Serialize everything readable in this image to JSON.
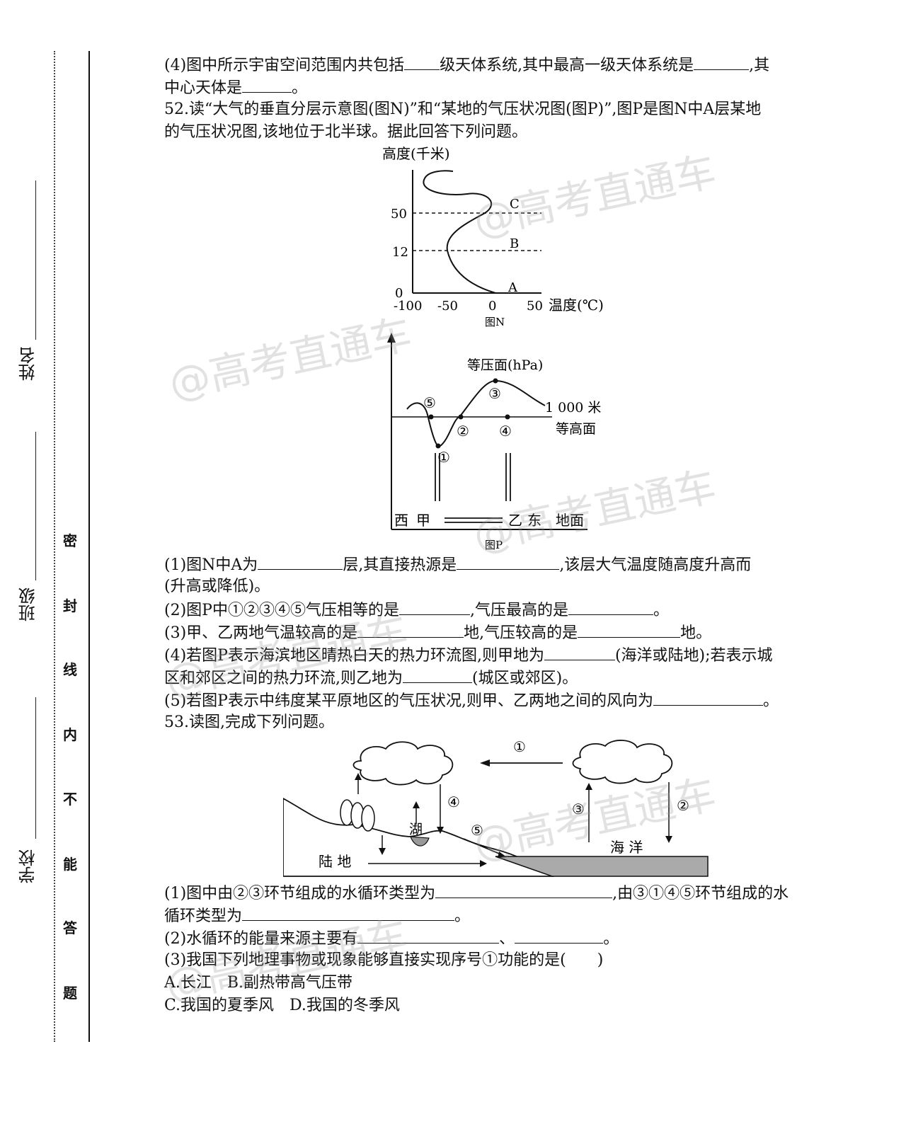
{
  "margin": {
    "school_label": "学校",
    "class_label": "班级",
    "name_label": "姓名",
    "seal_chars": [
      "密",
      "封",
      "线",
      "内",
      "不",
      "能",
      "答",
      "题"
    ]
  },
  "q51_4": {
    "line1_a": "(4)图中所示宇宙空间范围内共包括",
    "line1_b": "级天体系统,其中最高一级天体系统是",
    "line1_c": ",其",
    "line2_a": "中心天体是",
    "line2_b": "。"
  },
  "q52": {
    "intro1": "52.读“大气的垂直分层示意图(图N)”和“某地的气压状况图(图P)”,图P是图N中A层某地",
    "intro2": "的气压状况图,该地位于北半球。据此回答下列问题。",
    "q1_a": "(1)图N中A为",
    "q1_b": "层,其直接热源是",
    "q1_c": ",该层大气温度随高度升高而",
    "q1_d": "(升高或降低)。",
    "q2_a": "(2)图P中①②③④⑤气压相等的是",
    "q2_b": ",气压最高的是",
    "q2_c": "。",
    "q3_a": "(3)甲、乙两地气温较高的是",
    "q3_b": "地,气压较高的是",
    "q3_c": "地。",
    "q4_a": "(4)若图P表示海滨地区晴热白天的热力环流图,则甲地为",
    "q4_b": "(海洋或陆地);若表示城",
    "q4_c": "区和郊区之间的热力环流,则乙地为",
    "q4_d": "(城区或郊区)。",
    "q5_a": "(5)若图P表示中纬度某平原地区的气压状况,则甲、乙两地之间的风向为",
    "q5_b": "。"
  },
  "figN": {
    "ylabel": "高度(千米)",
    "xlabel": "温度(℃)",
    "caption": "图N",
    "yticks": [
      "0",
      "12",
      "50"
    ],
    "xticks": [
      "-100",
      "-50",
      "0",
      "50"
    ],
    "layers": [
      "A",
      "B",
      "C"
    ]
  },
  "figP": {
    "isobar_label": "等压面(hPa)",
    "height_label": "1 000 米",
    "level_label": "等高面",
    "points": [
      "①",
      "②",
      "③",
      "④",
      "⑤"
    ],
    "west": "西",
    "east": "东",
    "jia": "甲",
    "yi": "乙",
    "ground": "地面",
    "caption": "图P"
  },
  "q53": {
    "intro": "53.读图,完成下列问题。",
    "q1_a": "(1)图中由②③环节组成的水循环类型为",
    "q1_b": ",由③①④⑤环节组成的水",
    "q1_c": "循环类型为",
    "q1_d": "。",
    "q2_a": "(2)水循环的能量来源主要有",
    "q2_b": "、",
    "q2_c": "。",
    "q3": "(3)我国下列地理事物或现象能够直接实现序号①功能的是(　　)",
    "optAB": "A.长江　B.副热带高气压带",
    "optCD": "C.我国的夏季风　D.我国的冬季风"
  },
  "figW": {
    "land": "陆 地",
    "lake": "湖",
    "ocean": "海 洋",
    "labels": [
      "①",
      "②",
      "③",
      "④",
      "⑤"
    ]
  },
  "watermark": "@高考直通车"
}
